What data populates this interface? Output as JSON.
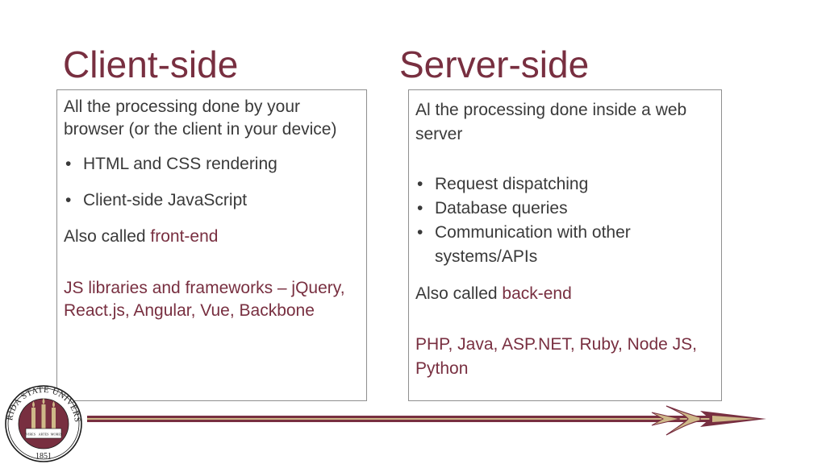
{
  "left": {
    "heading": "Client-side",
    "intro": "All the processing done by your browser (or the client in your device)",
    "bullets": [
      "HTML and CSS rendering",
      "Client-side JavaScript"
    ],
    "also_prefix": "Also called ",
    "also_term": "front-end",
    "libraries": "JS libraries and frameworks – jQuery, React.js, Angular, Vue, Backbone"
  },
  "right": {
    "heading": "Server-side",
    "intro": "Al the processing done inside a web server",
    "bullets": [
      "Request dispatching",
      "Database queries",
      "Communication with other systems/APIs"
    ],
    "also_prefix": "Also called ",
    "also_term": "back-end",
    "languages": "PHP, Java, ASP.NET, Ruby, Node JS, Python"
  },
  "footer": {
    "seal_text": "FLORIDA STATE UNIVERSITY",
    "seal_motto": [
      "VIRES",
      "ARTES",
      "MORES"
    ],
    "seal_year": "1851"
  },
  "colors": {
    "accent": "#782f40",
    "gold": "#ceb888",
    "text": "#3a3a3a"
  },
  "icons": {
    "seal": "university-seal-icon",
    "spear": "spear-icon"
  }
}
